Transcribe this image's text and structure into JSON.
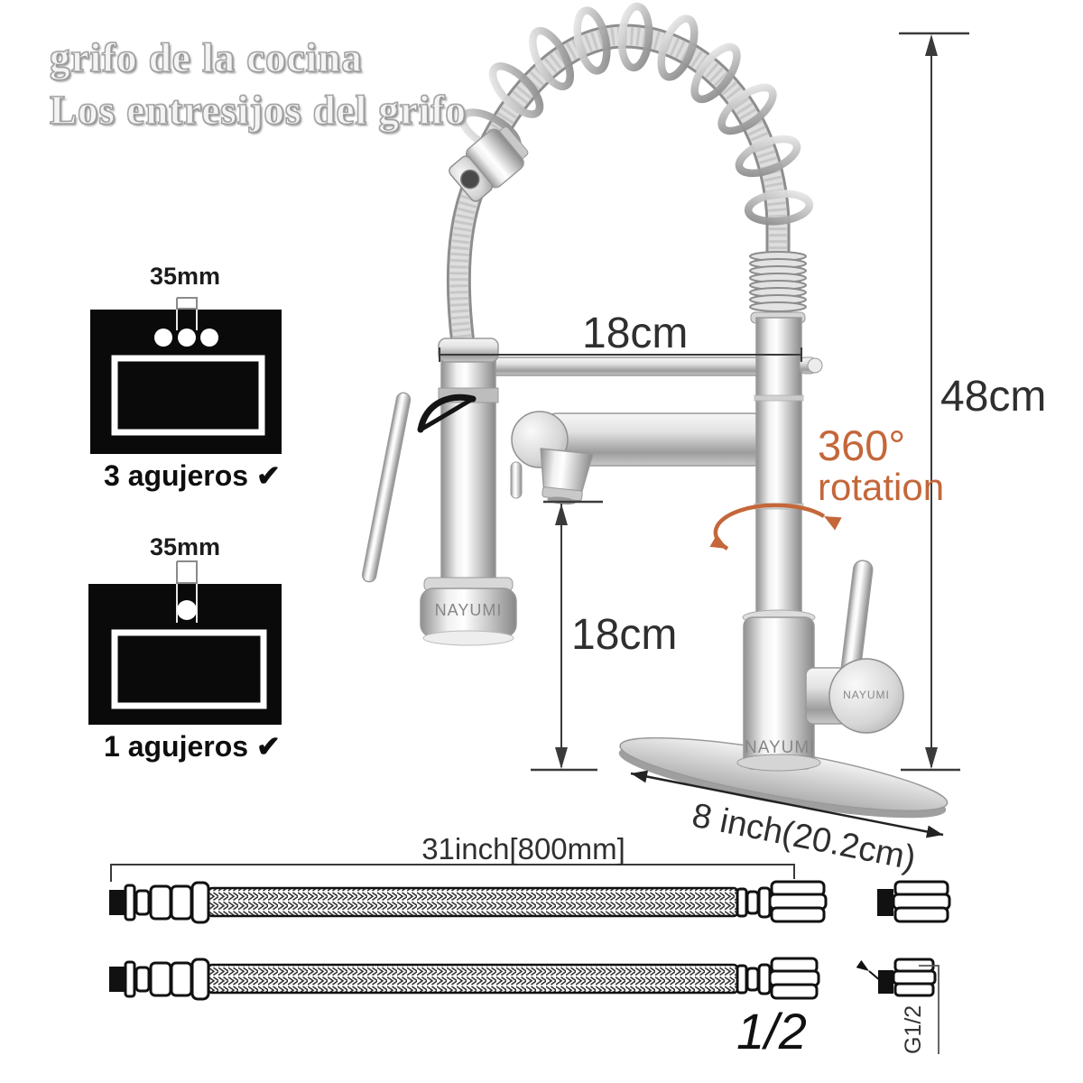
{
  "title": {
    "line1": "grifo de la cocina",
    "line2": "Los entresijos del grifo"
  },
  "hole_options": [
    {
      "diameter": "35mm",
      "label": "3 agujeros ✔"
    },
    {
      "diameter": "35mm",
      "label": "1 agujeros ✔"
    }
  ],
  "dimensions": {
    "spout_reach": "18cm",
    "total_height": "48cm",
    "spout_height": "18cm",
    "deck_plate_width": "8 inch(20.2cm)",
    "hose_length": "31inch[800mm]",
    "hose_connector": "1/2",
    "inlet_thread": "G1/2"
  },
  "rotation": {
    "angle": "360°",
    "word": "rotation"
  },
  "brand": {
    "name": "NAYUMI"
  },
  "colors": {
    "accent": "#c4673a",
    "panel": "#0a0a0a",
    "dimension_text": "#2f2f2f"
  }
}
